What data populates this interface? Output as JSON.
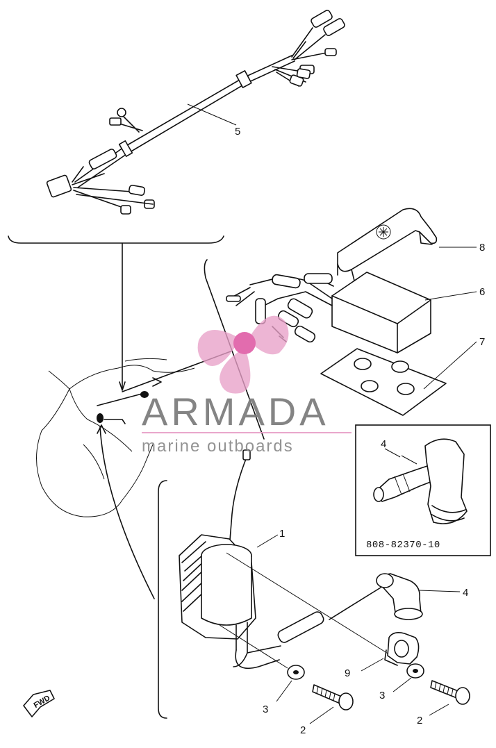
{
  "watermark": {
    "brand": "ARMADA",
    "tagline": "marine outboards",
    "logo_color": "#e8a0c8",
    "text_color": "#7a7a7a",
    "rule_color": "#e8a0c8"
  },
  "inset": {
    "part_number": "808-82370-10",
    "callout": "4"
  },
  "callouts": {
    "c1": "1",
    "c2a": "2",
    "c2b": "2",
    "c3a": "3",
    "c3b": "3",
    "c4": "4",
    "c5": "5",
    "c6": "6",
    "c7": "7",
    "c8": "8",
    "c9": "9"
  },
  "fwd_label": "FWD",
  "icons": {
    "fwd": "fwd-arrow-icon",
    "logo": "propeller-logo-icon",
    "bracket_logo": "tuning-fork-logo-icon"
  }
}
